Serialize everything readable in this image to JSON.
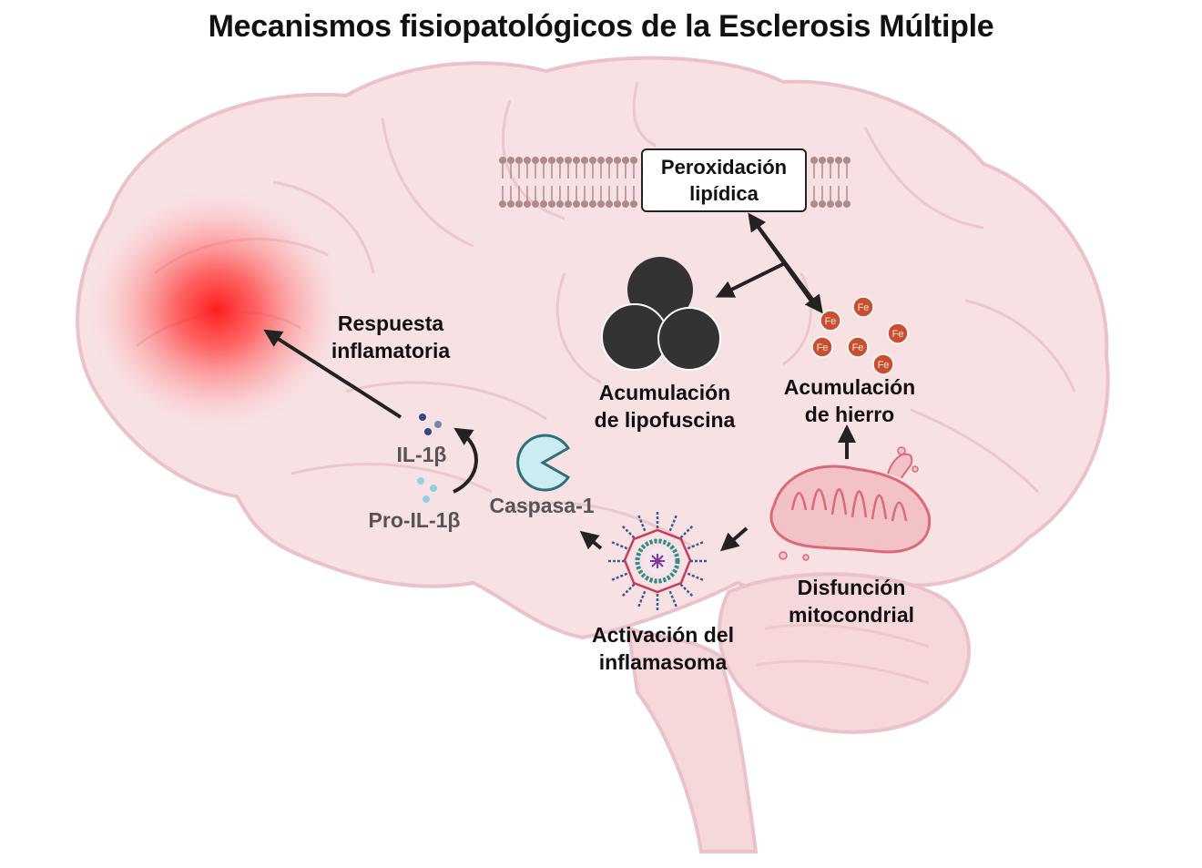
{
  "title": "Mecanismos fisiopatológicos de la Esclerosis Múltiple",
  "labels": {
    "peroxidacion": [
      "Peroxidación",
      "lipídica"
    ],
    "lipofuscina": [
      "Acumulación",
      "de lipofuscina"
    ],
    "hierro": [
      "Acumulación",
      "de hierro"
    ],
    "respuesta": [
      "Respuesta",
      "inflamatoria"
    ],
    "il1b": "IL-1β",
    "pro_il1b": "Pro-IL-1β",
    "caspasa": "Caspasa-1",
    "inflamasoma": [
      "Activación del",
      "inflamasoma"
    ],
    "mitocondria": [
      "Disfunción",
      "mitocondrial"
    ],
    "fe_symbol": "Fe"
  },
  "colors": {
    "brain_fill": "#f8e1e3",
    "brain_stroke": "#ebc2c7",
    "inflammation": "#ff2020",
    "lipofuscin": "#333333",
    "iron": "#c8502f",
    "mitochondria": "#e58a93",
    "caspase": "#cdebf2",
    "arrow": "#222222"
  }
}
